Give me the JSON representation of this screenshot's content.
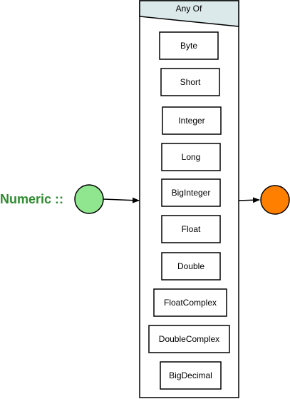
{
  "rule_name": "Numeric ::",
  "group_label": "Any Of",
  "options": [
    "Byte",
    "Short",
    "Integer",
    "Long",
    "BigInteger",
    "Float",
    "Double",
    "FloatComplex",
    "DoubleComplex",
    "BigDecimal"
  ],
  "colors": {
    "rule_name": "#2e8b2e",
    "start_node": "#8fe68f",
    "end_node": "#ff8000",
    "group_header": "#dbe9ea",
    "stroke": "#000000"
  }
}
